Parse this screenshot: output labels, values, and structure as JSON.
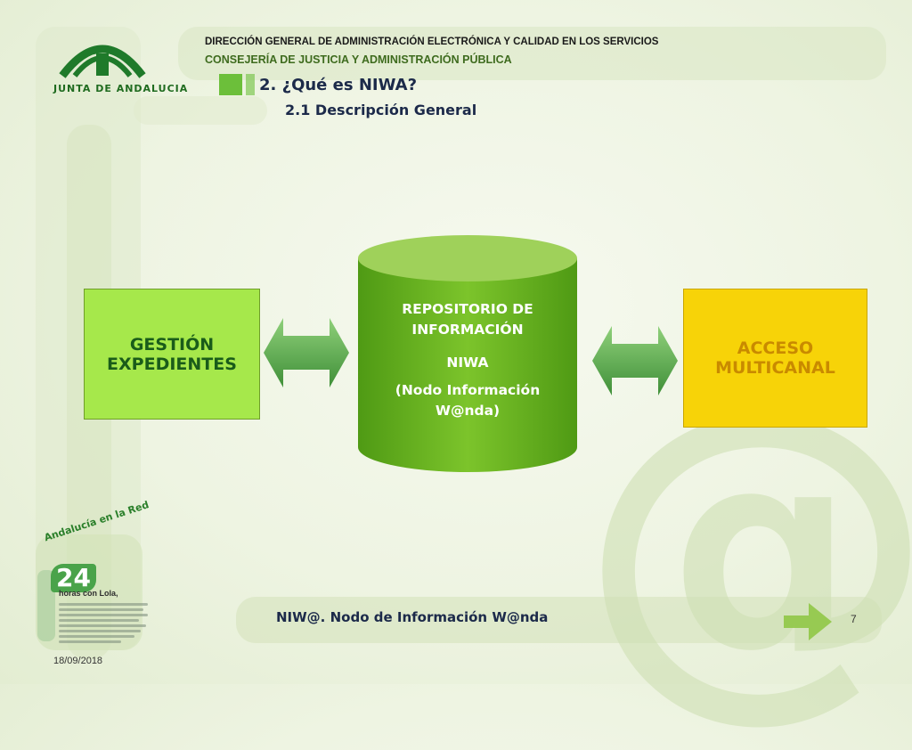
{
  "header": {
    "logo_text": "JUNTA DE ANDALUCIA",
    "line1": "DIRECCIÓN GENERAL DE ADMINISTRACIÓN ELECTRÓNICA Y CALIDAD EN LOS SERVICIOS",
    "line2": "CONSEJERÍA DE JUSTICIA Y ADMINISTRACIÓN PÚBLICA",
    "title": "2. ¿Qué es NIWA?",
    "subtitle": "2.1  Descripción General"
  },
  "diagram": {
    "left_box": {
      "line1": "GESTIÓN",
      "line2": "EXPEDIENTES"
    },
    "center": {
      "line1": "REPOSITORIO DE",
      "line2": "INFORMACIÓN",
      "line3": "NIWA",
      "line4": "(Nodo Información",
      "line5": "W@nda)"
    },
    "right_box": {
      "line1": "ACCESO",
      "line2": "MULTICANAL"
    }
  },
  "footer": {
    "title": "NIW@. Nodo de Información W@nda",
    "page_number": "7",
    "date": "18/09/2018",
    "badge_arc": "Andalucía en la Red",
    "badge_number": "24",
    "badge_text": "horas con Lola,"
  },
  "colors": {
    "green_box": "#a6e84b",
    "yellow_box": "#f7d308",
    "cylinder": "#5fa51a",
    "arrow": "#4c9d3f",
    "title_text": "#1c2a4a"
  },
  "icons": [
    "junta-andalucia-logo-icon",
    "double-arrow-icon",
    "next-arrow-icon",
    "at-sign-watermark-icon"
  ]
}
